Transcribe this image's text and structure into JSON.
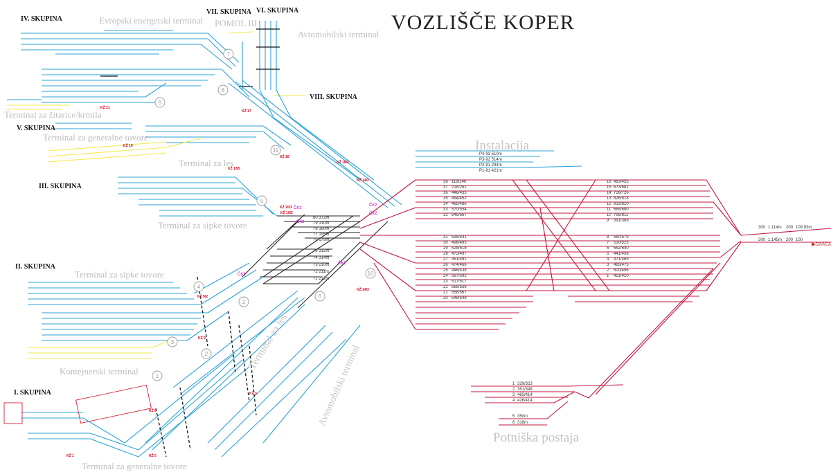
{
  "title": "VOZLIŠČE KOPER",
  "groups": {
    "g4": "IV. SKUPINA",
    "g7": "VII. SKUPINA",
    "g6": "VI. SKUPINA",
    "g8": "VIII. SKUPINA",
    "g5": "V. SKUPINA",
    "g3": "III. SKUPINA",
    "g2": "II. SKUPINA",
    "g1": "I. SKUPINA"
  },
  "terminals": {
    "energetski": "Evropski energetski terminal",
    "pomol": "POMOL III",
    "avto_top": "Avtomobilski terminal",
    "zitarice": "Terminal za žitarice/krmila",
    "generalne_top": "Terminal za generalne tovore",
    "les_top": "Terminal za les",
    "sipke_top": "Terminal za sipke tovore",
    "sipke_mid": "Terminal za sipke tovore",
    "kontejnerski": "Kontejnerski terminal",
    "les_bottom": "Terminal za les",
    "avto_bottom": "Avtomobilski terminal",
    "generalne_bottom": "Terminal za generalne tovore",
    "instalacija": "Instalacija",
    "potniska": "Potniška postaja"
  },
  "destination": "DIVAČA",
  "circle_numbers": [
    "7",
    "8",
    "9",
    "11",
    "5",
    "4",
    "3",
    "2",
    "1",
    "6",
    "10",
    "2"
  ],
  "station_tracks": [
    {
      "n": "38",
      "v": "119/140"
    },
    {
      "n": "37",
      "v": "218/251"
    },
    {
      "n": "36",
      "v": "446/435"
    },
    {
      "n": "35",
      "v": "454/452"
    },
    {
      "n": "34",
      "v": "465/486"
    },
    {
      "n": "33",
      "v": "570/554"
    },
    {
      "n": "32",
      "v": "645/667"
    },
    {
      "n": "31",
      "v": "535/541"
    },
    {
      "n": "30",
      "v": "496/495"
    },
    {
      "n": "29",
      "v": "528/518"
    },
    {
      "n": "28",
      "v": "473/497"
    },
    {
      "n": "27",
      "v": "451/491"
    },
    {
      "n": "26",
      "v": "474/466"
    },
    {
      "n": "25",
      "v": "446/438"
    },
    {
      "n": "24",
      "v": "587/592"
    },
    {
      "n": "23",
      "v": "517/517"
    },
    {
      "n": "22",
      "v": "565/556"
    },
    {
      "n": "21",
      "v": "558/567"
    },
    {
      "n": "20",
      "v": "548/548"
    }
  ],
  "right_tracks": [
    {
      "n": "16",
      "v": "483/455"
    },
    {
      "n": "15",
      "v": "673/681"
    },
    {
      "n": "14",
      "v": "726/726"
    },
    {
      "n": "13",
      "v": "826/818"
    },
    {
      "n": "12",
      "v": "833/820"
    },
    {
      "n": "11",
      "v": "668/680"
    },
    {
      "n": "10",
      "v": "795/811"
    },
    {
      "n": "9",
      "v": "391/389"
    },
    {
      "n": "8",
      "v": "580/579"
    },
    {
      "n": "7",
      "v": "530/525"
    },
    {
      "n": "6",
      "v": "652/640"
    },
    {
      "n": "5",
      "v": "441/458"
    },
    {
      "n": "4",
      "v": "471/469"
    },
    {
      "n": "3",
      "v": "465/475"
    },
    {
      "n": "2",
      "v": "500/496"
    },
    {
      "n": "1",
      "v": "451/420"
    }
  ],
  "passenger_tracks": [
    {
      "n": "1",
      "v": "329/323"
    },
    {
      "n": "2",
      "v": "351/348"
    },
    {
      "n": "3",
      "v": "463/414"
    },
    {
      "n": "4",
      "v": "426/414"
    },
    {
      "n": "5",
      "v": "350m"
    },
    {
      "n": "6",
      "v": "318m"
    }
  ],
  "exit_tracks": [
    {
      "n": "300",
      "v": "1.114m"
    },
    {
      "n": "200",
      "v": "109.93m"
    },
    {
      "n": "300",
      "v": "1.145m"
    },
    {
      "n": "200",
      "v": "100"
    }
  ],
  "instalacija_tracks": [
    "P4-93 510m",
    "P3-92 514m",
    "P2-91 294m",
    "P1-91 421m"
  ],
  "mid_tracks": [
    "80 372m",
    "79 310m",
    "78 180m",
    "77 195m",
    "76 179m",
    "75 315m",
    "74 314m",
    "73 210m",
    "72 211m",
    "71 212m"
  ],
  "kz_labels": [
    "KŽ 21",
    "KŽ 19",
    "KŽ 17",
    "KŽ 16",
    "KŽ 16/2",
    "KŽ 13/5",
    "KŽ 10/3",
    "KŽ 10/2",
    "KŽ 9/2",
    "KŽ 9",
    "KŽ 6",
    "KŽ 5",
    "KŽ 1",
    "KŽ 3",
    "KŽ 14/2",
    "KŽ 14/3"
  ],
  "ckz_labels": [
    "ČKž",
    "ČKž",
    "ČKž",
    "ČKž",
    "ČKž",
    "ČKž"
  ],
  "colors": {
    "blue": "#29a3d6",
    "red": "#c0143c",
    "yellow": "#f2e84b",
    "black": "#222222",
    "magenta": "#c000c0",
    "orange": "#f39c12",
    "gray": "#9a9a9a"
  }
}
